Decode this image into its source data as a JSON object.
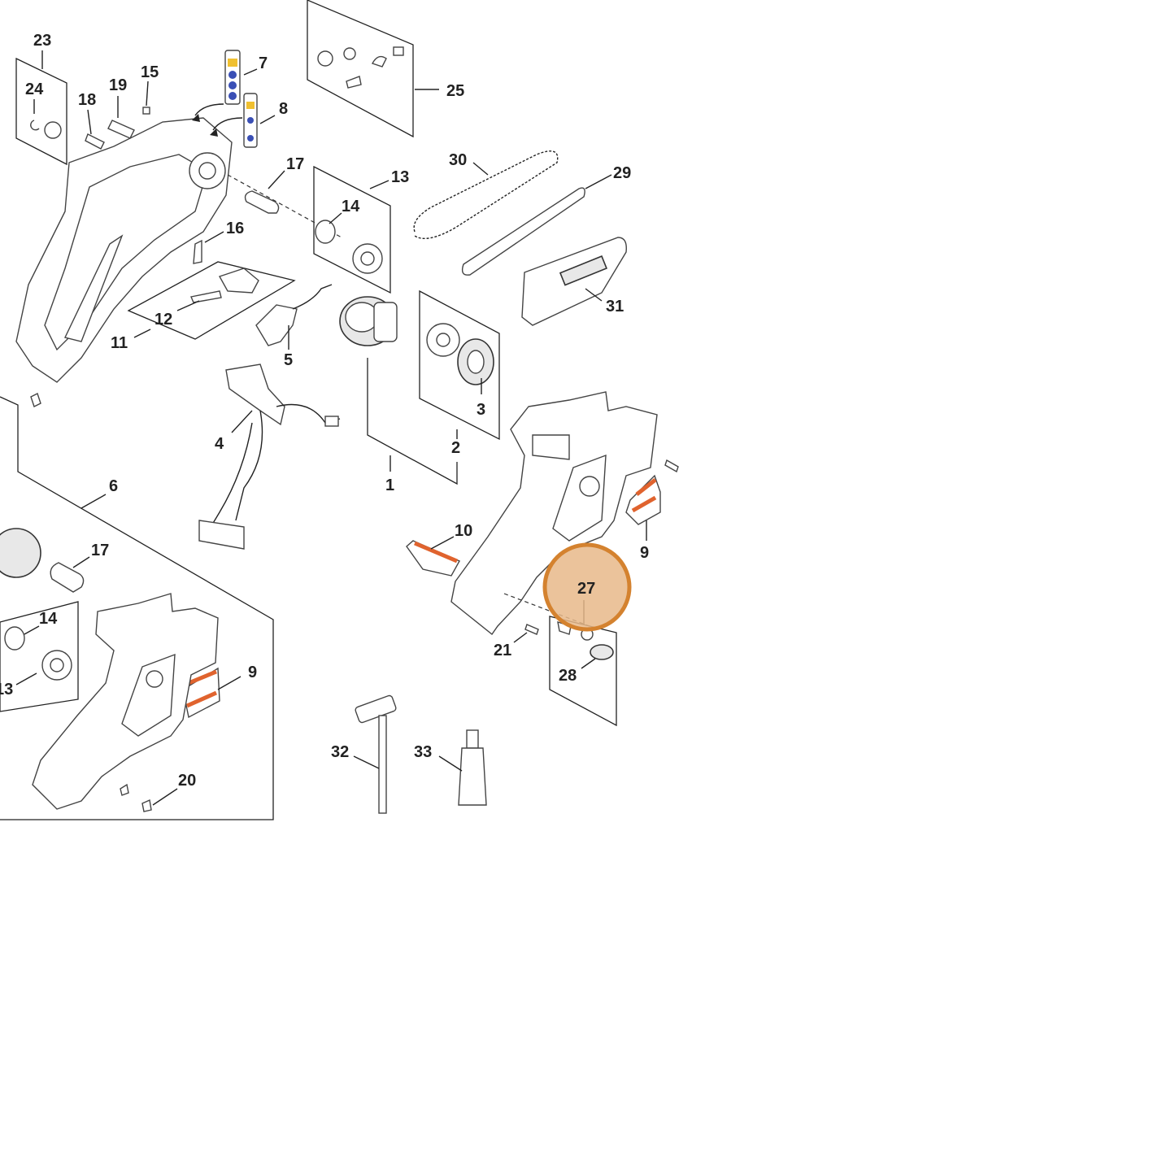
{
  "diagram": {
    "callouts": [
      "1",
      "2",
      "3",
      "4",
      "5",
      "6",
      "7",
      "8",
      "9",
      "10",
      "11",
      "12",
      "13",
      "14",
      "15",
      "16",
      "17",
      "18",
      "19",
      "20",
      "21",
      "23",
      "24",
      "25",
      "27",
      "28",
      "29",
      "30",
      "31",
      "32",
      "33"
    ],
    "highlighted_callout": "27",
    "colors": {
      "line": "#222222",
      "highlight_fill": "#e7b98a",
      "highlight_stroke": "#d4822f",
      "warning_label": "#e0632e",
      "label_icon": "#3a4fb5"
    }
  }
}
